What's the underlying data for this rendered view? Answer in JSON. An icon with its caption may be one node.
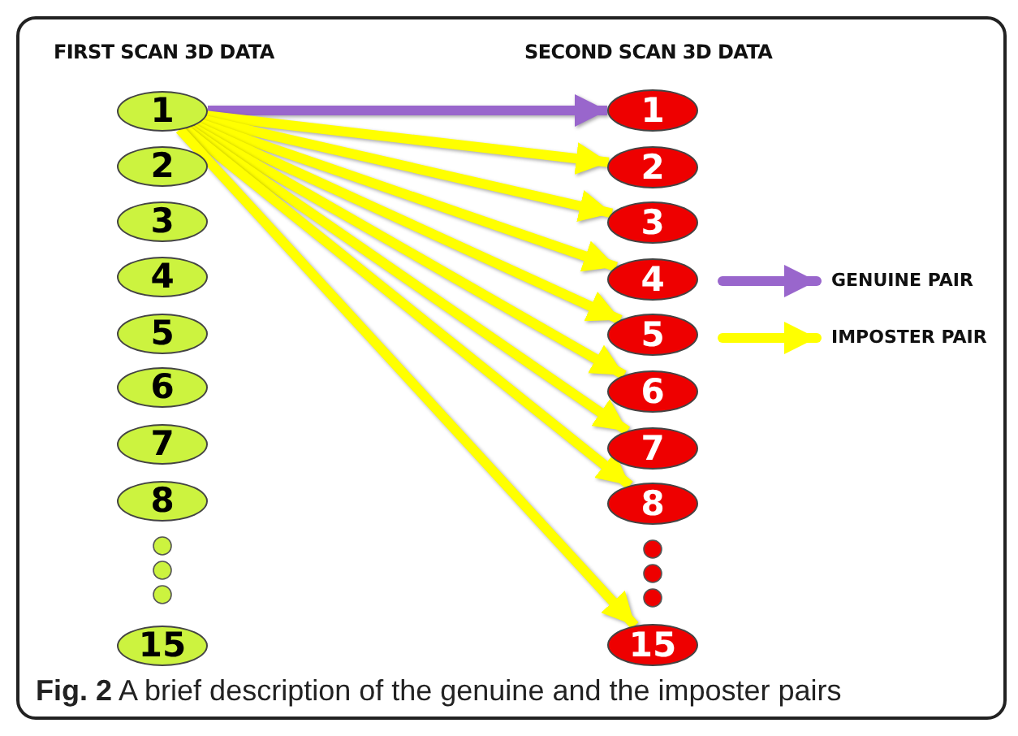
{
  "diagram": {
    "caption": "**Fig. 2** A brief description of the genuine and the imposter pairs",
    "nodes": [
      {
        "text": [
          "1"
        ]
      },
      {
        "text": [
          "2"
        ]
      },
      {
        "text": [
          "3"
        ]
      },
      {
        "text": [
          "4"
        ]
      },
      {
        "text": [
          "5"
        ]
      },
      {
        "text": [
          "6"
        ]
      },
      {
        "text": [
          "7"
        ]
      },
      {
        "text": [
          "8"
        ]
      },
      {
        "text": [
          "15"
        ]
      },
      {
        "text": [
          "1"
        ]
      },
      {
        "text": [
          "2"
        ]
      },
      {
        "text": [
          "3"
        ]
      },
      {
        "text": [
          "4"
        ]
      },
      {
        "text": [
          "5"
        ]
      },
      {
        "text": [
          "6"
        ]
      },
      {
        "text": [
          "7"
        ]
      },
      {
        "text": [
          "8"
        ]
      },
      {
        "text": [
          "15"
        ]
      }
    ],
    "edges": [
      {
        "from": 0,
        "to": 9,
        "arrow": "to",
        "color": "#9966cc"
      },
      {
        "from": 0,
        "to": 10,
        "arrow": "to"
      },
      {
        "from": 0,
        "to": 11,
        "arrow": "to"
      },
      {
        "from": 0,
        "to": 12,
        "arrow": "to"
      },
      {
        "from": 0,
        "to": 13,
        "arrow": "to"
      },
      {
        "from": 0,
        "to": 14,
        "arrow": "to"
      },
      {
        "from": 0,
        "to": 15,
        "arrow": "to"
      },
      {
        "from": 0,
        "to": 16,
        "arrow": "to"
      },
      {
        "from": 0,
        "to": 17,
        "arrow": "to"
      }
    ],
    "labels": [
      "FIRST SCAN 3D DATA",
      "SECOND SCAN 3D DATA"
    ],
    "legend": [
      {
        "text": "GENUINE PAIR"
      },
      {
        "text": "IMPOSTER PAIR"
      }
    ]
  }
}
